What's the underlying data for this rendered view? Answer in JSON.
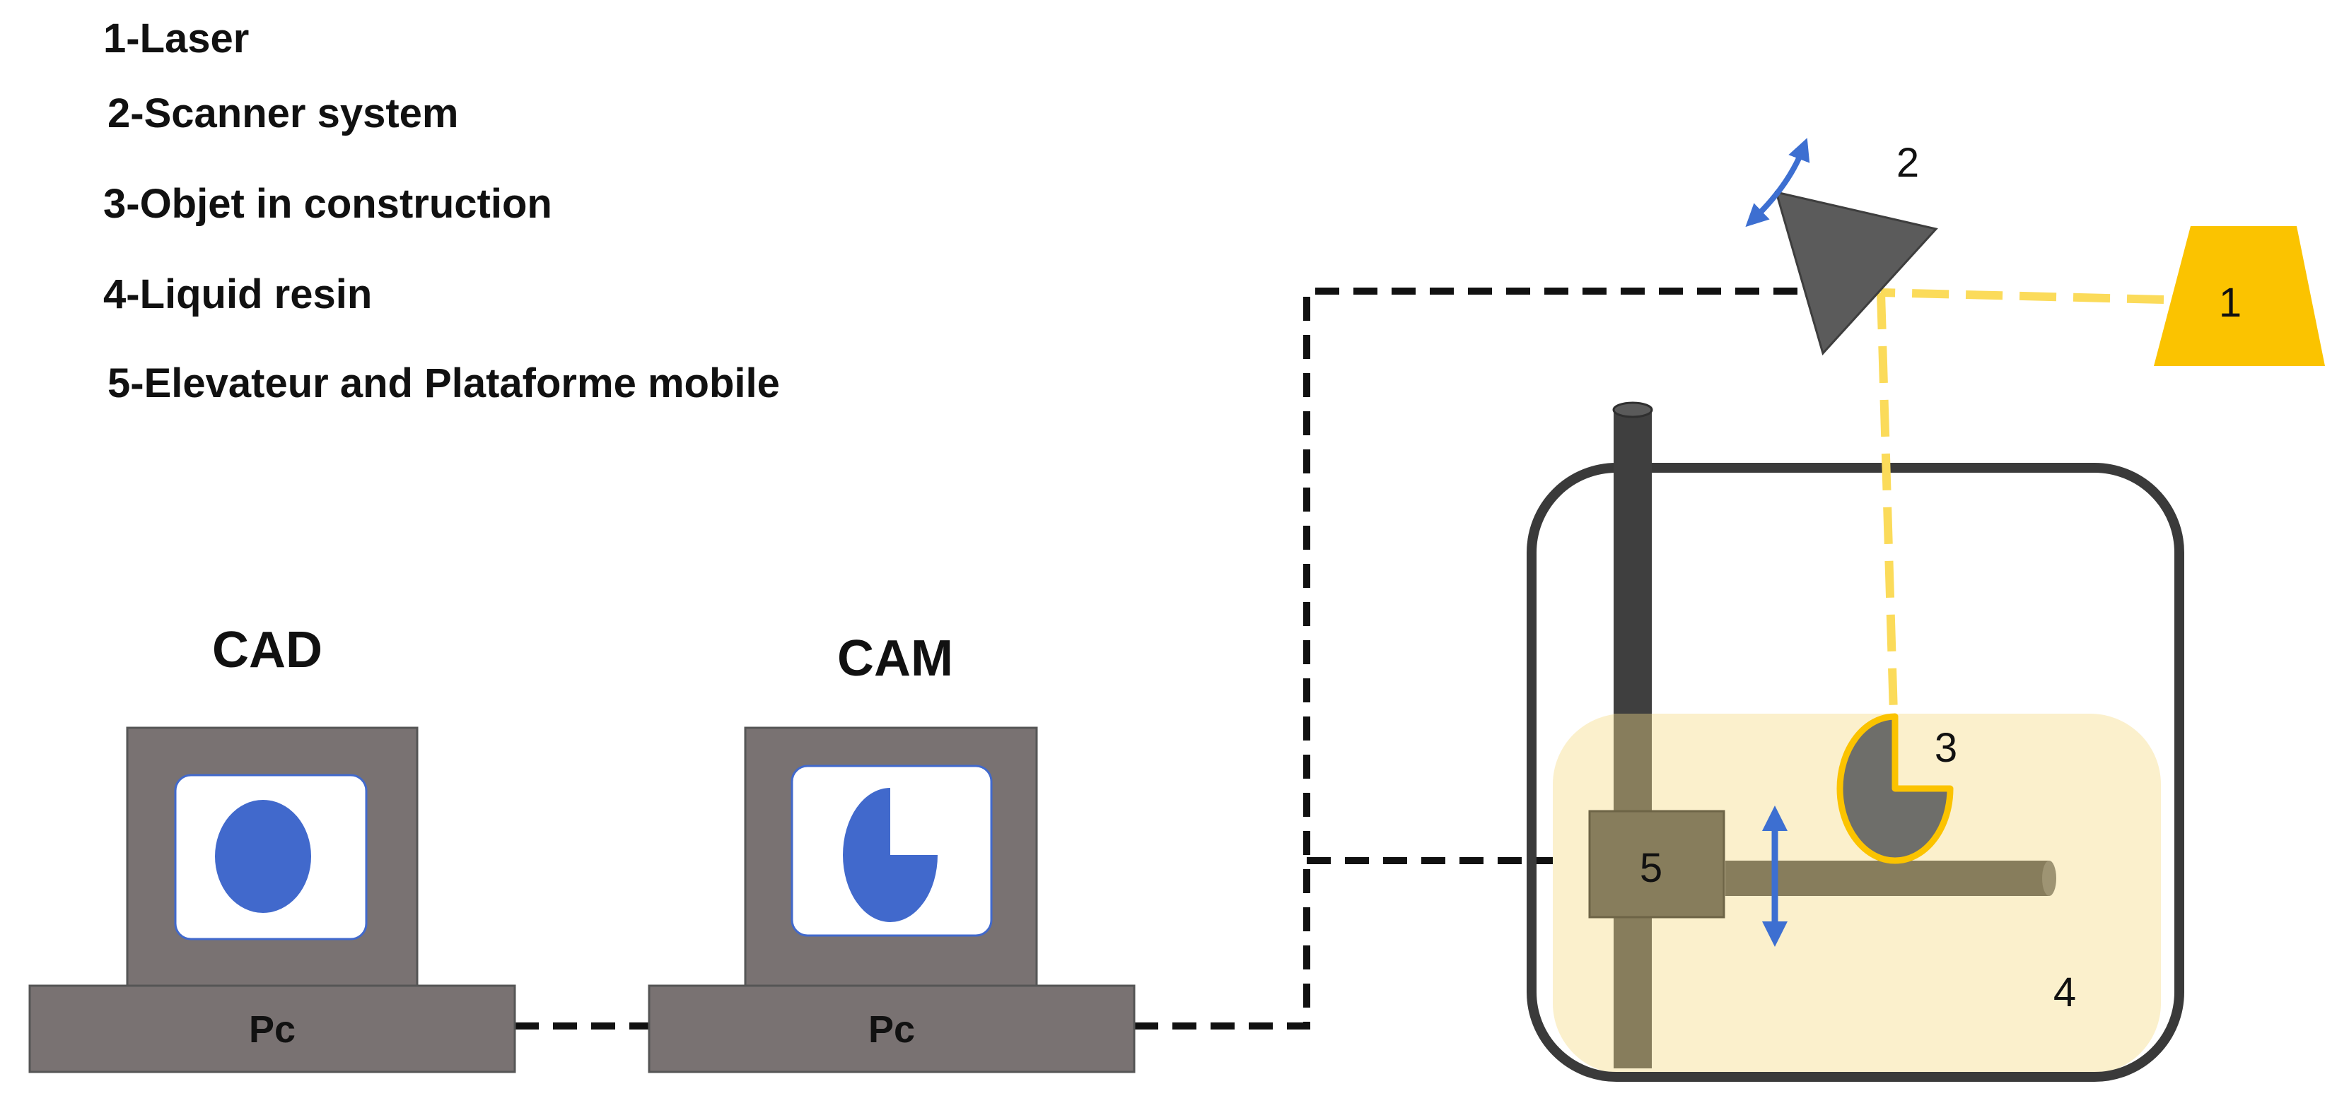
{
  "legend": {
    "items": [
      "1-Laser",
      "2-Scanner system",
      "3-Objet in construction",
      "4-Liquid resin",
      "5-Elevateur and Plataforme mobile"
    ]
  },
  "computers": {
    "cad": {
      "title": "CAD",
      "base_label": "Pc"
    },
    "cam": {
      "title": "CAM",
      "base_label": "Pc"
    }
  },
  "components": {
    "laser_number": "1",
    "scanner_number": "2",
    "object_number": "3",
    "resin_number": "4",
    "elevator_number": "5"
  },
  "colors": {
    "device_gray": "#797272",
    "screen_blue": "#4169cc",
    "laser_yellow": "#fbc300",
    "beam_yellow": "#fbdb5a",
    "resin_fill": "#fbf0cc",
    "elevator_brown": "#877d5c",
    "tank_border": "#3a3a3a",
    "scanner_gray": "#5b5b5b",
    "arrow_blue": "#3d6fd1"
  }
}
